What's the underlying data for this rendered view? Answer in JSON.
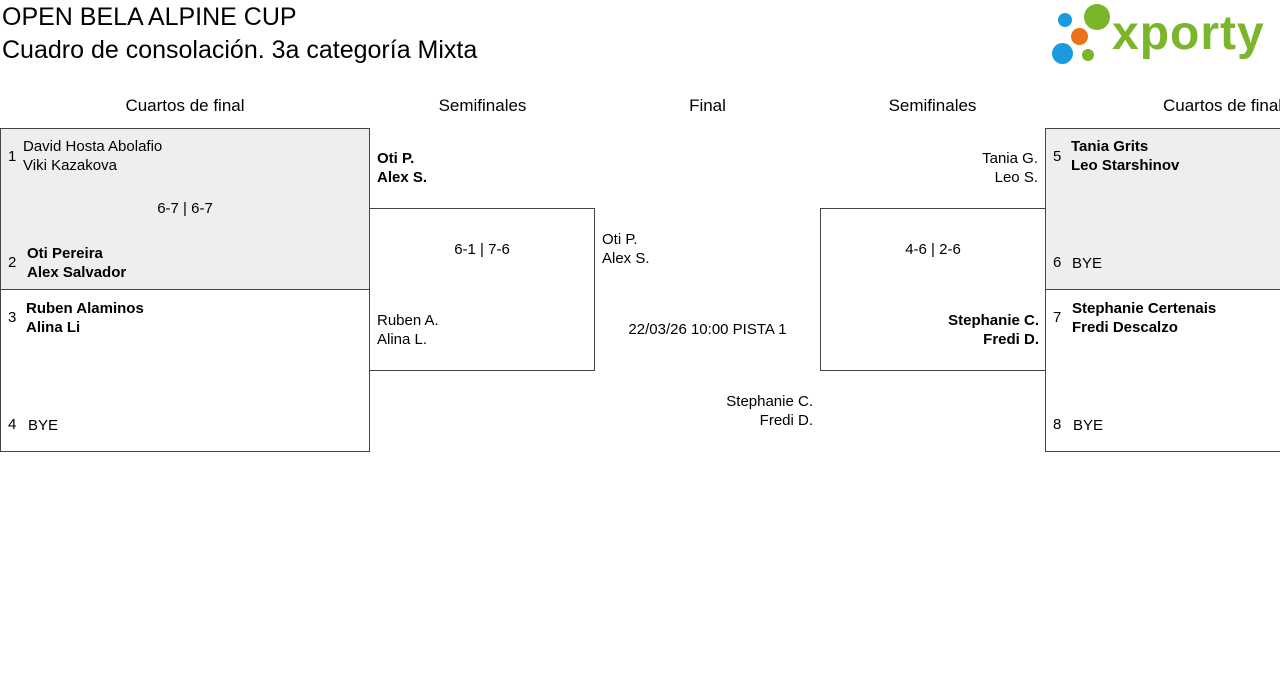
{
  "header": {
    "tournament": "OPEN BELA ALPINE CUP",
    "subtitle": "Cuadro de consolación. 3a categoría Mixta",
    "logo_text": "xporty"
  },
  "colors": {
    "logo_green": "#7ab52a",
    "logo_blue": "#1a9ae0",
    "logo_orange": "#e8731a",
    "box_grey": "#eeeeee"
  },
  "rounds": {
    "left_quarter": "Cuartos de final",
    "left_semi": "Semifinales",
    "final": "Final",
    "right_semi": "Semifinales",
    "right_quarter": "Cuartos de final"
  },
  "left_quarters": {
    "match1": {
      "top": {
        "seed": "1",
        "p1": "David Hosta Abolafio",
        "p2": "Viki Kazakova"
      },
      "score": "6-7 | 6-7",
      "bottom": {
        "seed": "2",
        "p1": "Oti Pereira",
        "p2": "Alex Salvador"
      }
    },
    "match2": {
      "top": {
        "seed": "3",
        "p1": "Ruben Alaminos",
        "p2": "Alina Li"
      },
      "bottom": {
        "seed": "4",
        "p1": "BYE"
      }
    }
  },
  "left_semi": {
    "top": {
      "p1": "Oti P.",
      "p2": "Alex S."
    },
    "score": "6-1 | 7-6",
    "bottom": {
      "p1": "Ruben A.",
      "p2": "Alina L."
    }
  },
  "final": {
    "top": {
      "p1": "Oti P.",
      "p2": "Alex S."
    },
    "schedule": "22/03/26 10:00 PISTA 1",
    "bottom": {
      "p1": "Stephanie C.",
      "p2": "Fredi D."
    }
  },
  "right_semi": {
    "top": {
      "p1": "Tania G.",
      "p2": "Leo S."
    },
    "score": "4-6 | 2-6",
    "bottom": {
      "p1": "Stephanie C.",
      "p2": "Fredi D."
    }
  },
  "right_quarters": {
    "match1": {
      "top": {
        "seed": "5",
        "p1": "Tania Grits",
        "p2": "Leo Starshinov"
      },
      "bottom": {
        "seed": "6",
        "p1": "BYE"
      }
    },
    "match2": {
      "top": {
        "seed": "7",
        "p1": "Stephanie Certenais",
        "p2": "Fredi Descalzo"
      },
      "bottom": {
        "seed": "8",
        "p1": "BYE"
      }
    }
  }
}
